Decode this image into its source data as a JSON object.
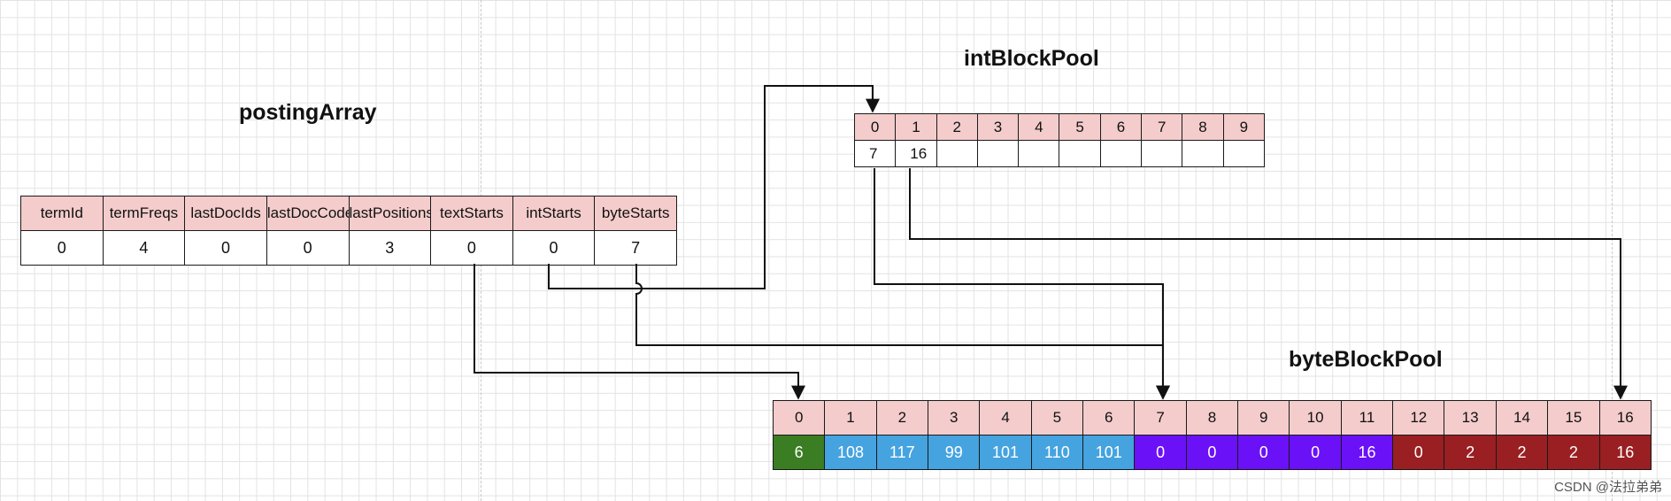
{
  "titles": {
    "posting": "postingArray",
    "int_pool": "intBlockPool",
    "byte_pool": "byteBlockPool"
  },
  "posting_array": {
    "headers": [
      "termId",
      "termFreqs",
      "lastDocIds",
      "lastDocCodes",
      "lastPositions",
      "textStarts",
      "intStarts",
      "byteStarts"
    ],
    "values": [
      "0",
      "4",
      "0",
      "0",
      "3",
      "0",
      "0",
      "7"
    ]
  },
  "int_block_pool": {
    "indices": [
      "0",
      "1",
      "2",
      "3",
      "4",
      "5",
      "6",
      "7",
      "8",
      "9"
    ],
    "values": [
      "7",
      "16",
      "",
      "",
      "",
      "",
      "",
      "",
      "",
      ""
    ]
  },
  "byte_block_pool": {
    "indices": [
      "0",
      "1",
      "2",
      "3",
      "4",
      "5",
      "6",
      "7",
      "8",
      "9",
      "10",
      "11",
      "12",
      "13",
      "14",
      "15",
      "16"
    ],
    "values": [
      "6",
      "108",
      "117",
      "99",
      "101",
      "110",
      "101",
      "0",
      "0",
      "0",
      "0",
      "16",
      "0",
      "2",
      "2",
      "2",
      "16"
    ]
  },
  "colors": {
    "header_fill": "#f4cccc",
    "length_cell": "#3a7d22",
    "text_cells": "#45a3e0",
    "int_slice_cells": "#6a11f7",
    "byte_slice_cells": "#991f22"
  },
  "watermark": "CSDN @法拉弟弟"
}
